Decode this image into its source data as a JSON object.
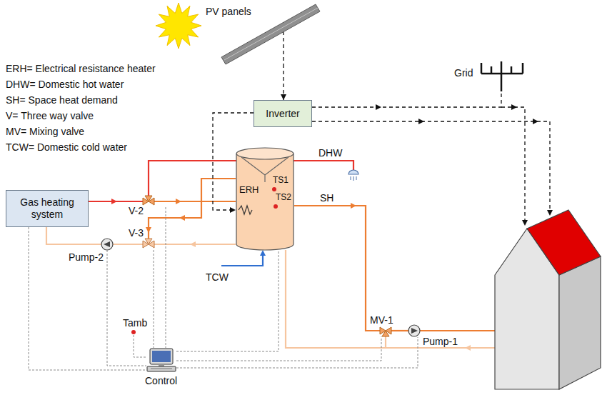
{
  "diagram": {
    "nodes": [
      {
        "text": [
          "PV panels"
        ]
      },
      {
        "text": [
          "Inverter"
        ]
      },
      {
        "text": [
          "Grid"
        ]
      },
      {
        "text": [
          "Gas heating system"
        ]
      },
      {
        "text": [
          "ERH",
          "TS1",
          "TS2"
        ]
      },
      {
        "text": [
          "Control"
        ]
      }
    ],
    "edges": [
      {
        "from": 0,
        "to": 1,
        "arrow": "to"
      },
      {
        "from": 1,
        "to": 4,
        "arrow": "to"
      },
      {
        "from": 1,
        "to": 2,
        "arrow": "none"
      }
    ],
    "labels": [
      "ERH= Electrical resistance heater",
      "DHW= Domestic hot water",
      "SH= Space heat demand",
      "V= Three way valve",
      "MV= Mixing valve",
      "TCW= Domestic cold water",
      "DHW",
      "SH",
      "V-2",
      "V-3",
      "Pump-2",
      "TCW",
      "MV-1",
      "Pump-1",
      "Tamb"
    ]
  }
}
